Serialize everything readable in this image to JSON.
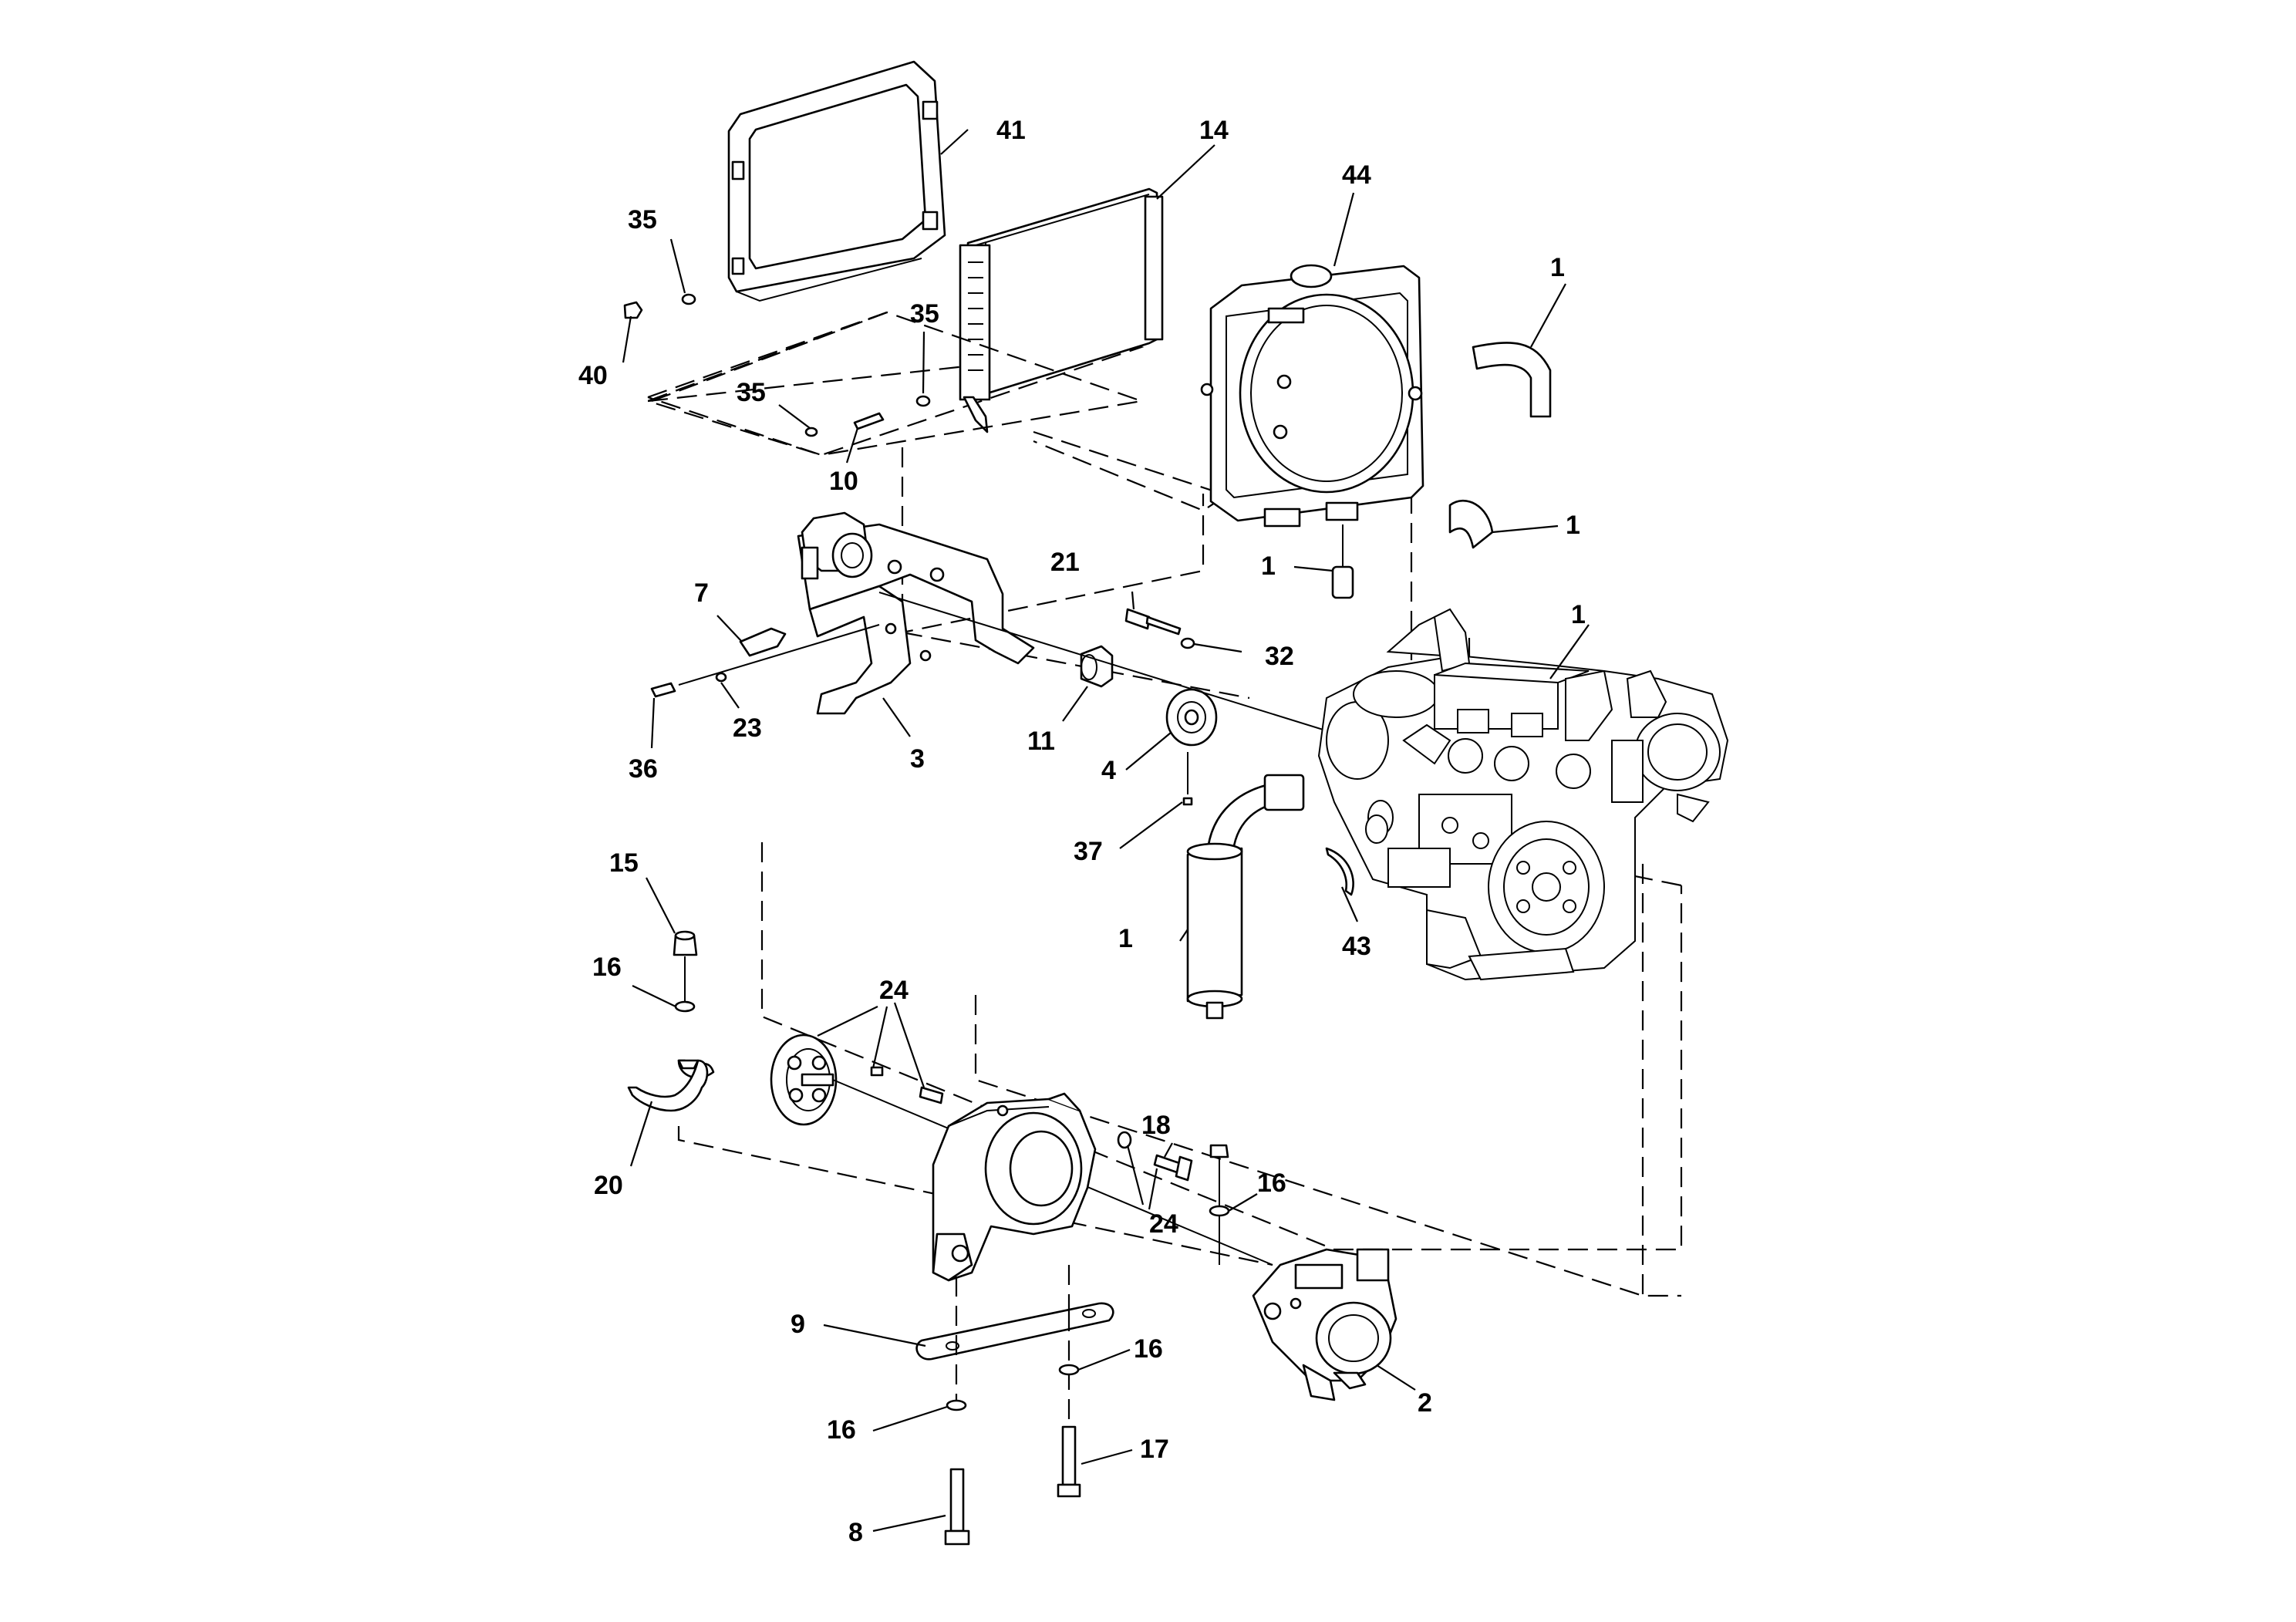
{
  "diagram": {
    "callouts": [
      {
        "id": "c41",
        "label": "41"
      },
      {
        "id": "c14",
        "label": "14"
      },
      {
        "id": "c44",
        "label": "44"
      },
      {
        "id": "c35a",
        "label": "35"
      },
      {
        "id": "c35b",
        "label": "35"
      },
      {
        "id": "c35c",
        "label": "35"
      },
      {
        "id": "c40",
        "label": "40"
      },
      {
        "id": "c10",
        "label": "10"
      },
      {
        "id": "c1a",
        "label": "1"
      },
      {
        "id": "c1b",
        "label": "1"
      },
      {
        "id": "c1c",
        "label": "1"
      },
      {
        "id": "c1d",
        "label": "1"
      },
      {
        "id": "c1e",
        "label": "1"
      },
      {
        "id": "c21",
        "label": "21"
      },
      {
        "id": "c32",
        "label": "32"
      },
      {
        "id": "c7",
        "label": "7"
      },
      {
        "id": "c23",
        "label": "23"
      },
      {
        "id": "c36",
        "label": "36"
      },
      {
        "id": "c3",
        "label": "3"
      },
      {
        "id": "c11",
        "label": "11"
      },
      {
        "id": "c4",
        "label": "4"
      },
      {
        "id": "c37",
        "label": "37"
      },
      {
        "id": "c43",
        "label": "43"
      },
      {
        "id": "c15",
        "label": "15"
      },
      {
        "id": "c16a",
        "label": "16"
      },
      {
        "id": "c16b",
        "label": "16"
      },
      {
        "id": "c16c",
        "label": "16"
      },
      {
        "id": "c16d",
        "label": "16"
      },
      {
        "id": "c24a",
        "label": "24"
      },
      {
        "id": "c24b",
        "label": "24"
      },
      {
        "id": "c18",
        "label": "18"
      },
      {
        "id": "c20",
        "label": "20"
      },
      {
        "id": "c9",
        "label": "9"
      },
      {
        "id": "c2",
        "label": "2"
      },
      {
        "id": "c17",
        "label": "17"
      },
      {
        "id": "c8",
        "label": "8"
      }
    ]
  }
}
